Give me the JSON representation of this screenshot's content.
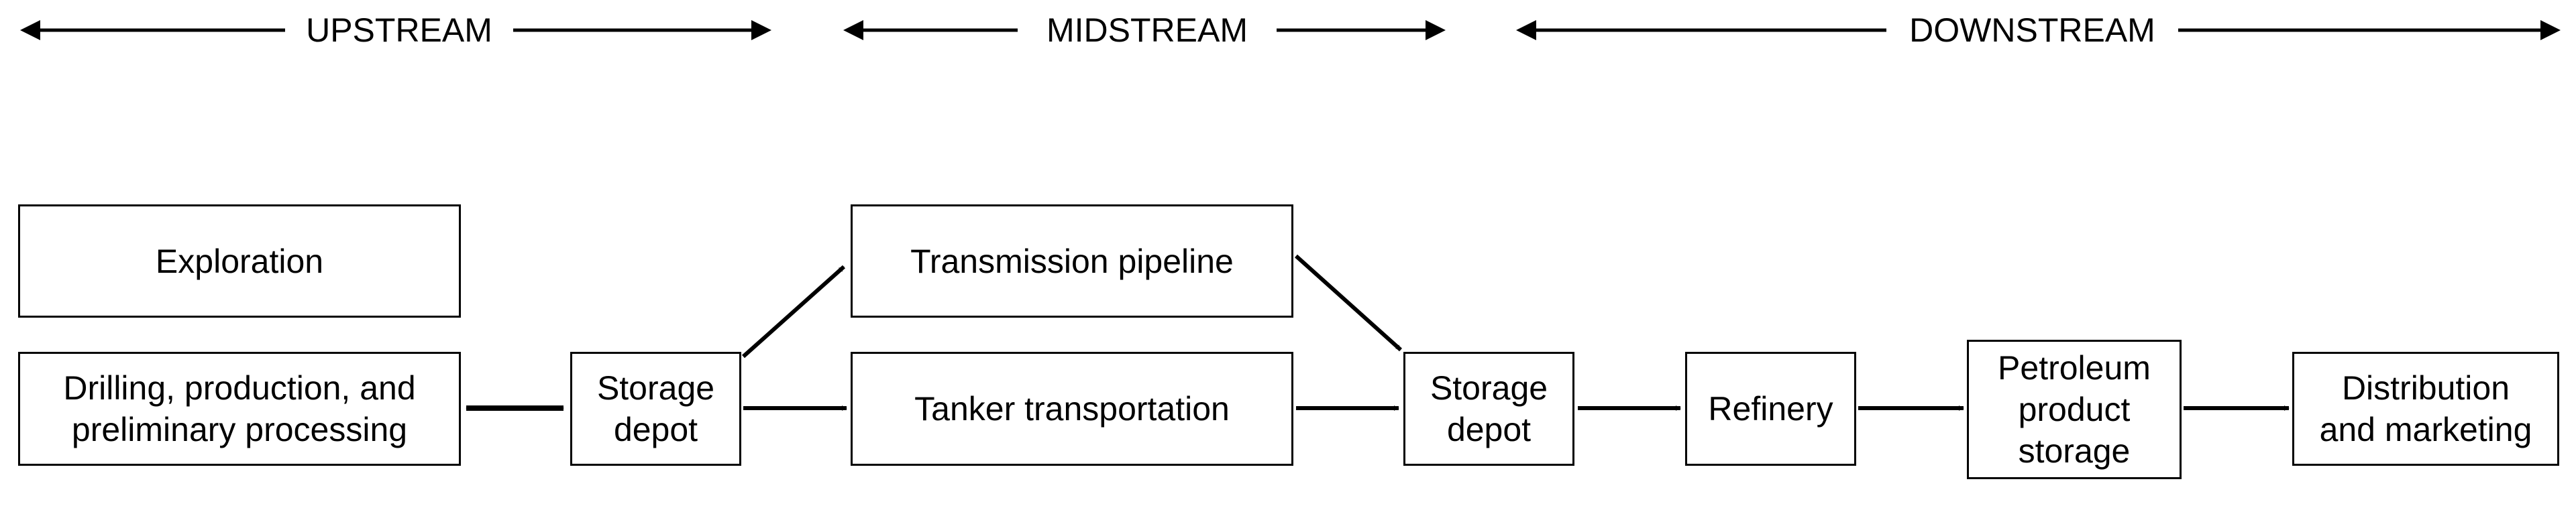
{
  "stages": {
    "upstream": "UPSTREAM",
    "midstream": "MIDSTREAM",
    "downstream": "DOWNSTREAM"
  },
  "boxes": {
    "exploration": "Exploration",
    "drilling": "Drilling, production, and\npreliminary processing",
    "storage_depot_1": "Storage\ndepot",
    "transmission_pipeline": "Transmission pipeline",
    "tanker_transportation": "Tanker transportation",
    "storage_depot_2": "Storage\ndepot",
    "refinery": "Refinery",
    "petroleum_storage": "Petroleum\nproduct\nstorage",
    "distribution": "Distribution\nand marketing"
  }
}
